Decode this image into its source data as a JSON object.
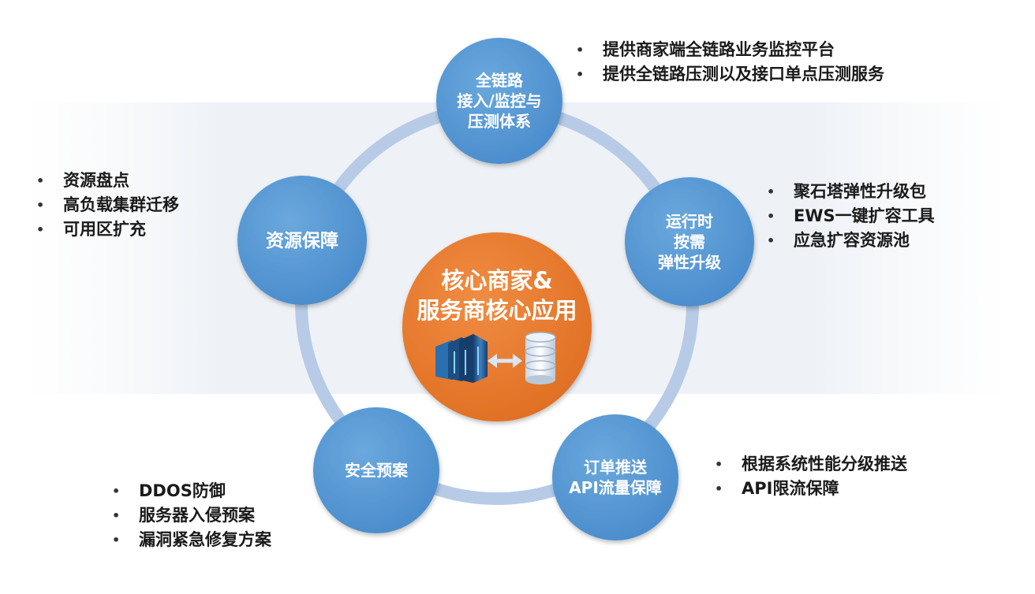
{
  "colors": {
    "ring": "#b7cbe6",
    "node_fill": "#5b9bd5",
    "node_dark": "#3f7fc0",
    "center_fill": "#ed7d31",
    "center_dark": "#d4661c",
    "text_white": "#ffffff",
    "text_dark": "#1a1a1a"
  },
  "center": {
    "lines": [
      "核心商家&",
      "服务商核心应用"
    ],
    "icons": [
      "server-rack-icon",
      "double-arrow-icon",
      "database-icon"
    ]
  },
  "nodes": [
    {
      "id": "monitoring",
      "lines": [
        "全链路",
        "接入/监控与",
        "压测体系"
      ],
      "bullets": [
        "提供商家端全链路业务监控平台",
        "提供全链路压测以及接口单点压测服务"
      ]
    },
    {
      "id": "elastic",
      "lines": [
        "运行时",
        "按需",
        "弹性升级"
      ],
      "bullets": [
        "聚石塔弹性升级包",
        "EWS一键扩容工具",
        "应急扩容资源池"
      ]
    },
    {
      "id": "order-push",
      "lines": [
        "订单推送",
        "API流量保障"
      ],
      "bullets": [
        "根据系统性能分级推送",
        "API限流保障"
      ]
    },
    {
      "id": "security",
      "lines": [
        "安全预案"
      ],
      "bullets": [
        "DDOS防御",
        "服务器入侵预案",
        "漏洞紧急修复方案"
      ]
    },
    {
      "id": "resource",
      "lines": [
        "资源保障"
      ],
      "bullets": [
        "资源盘点",
        "高负载集群迁移",
        "可用区扩充"
      ]
    }
  ]
}
